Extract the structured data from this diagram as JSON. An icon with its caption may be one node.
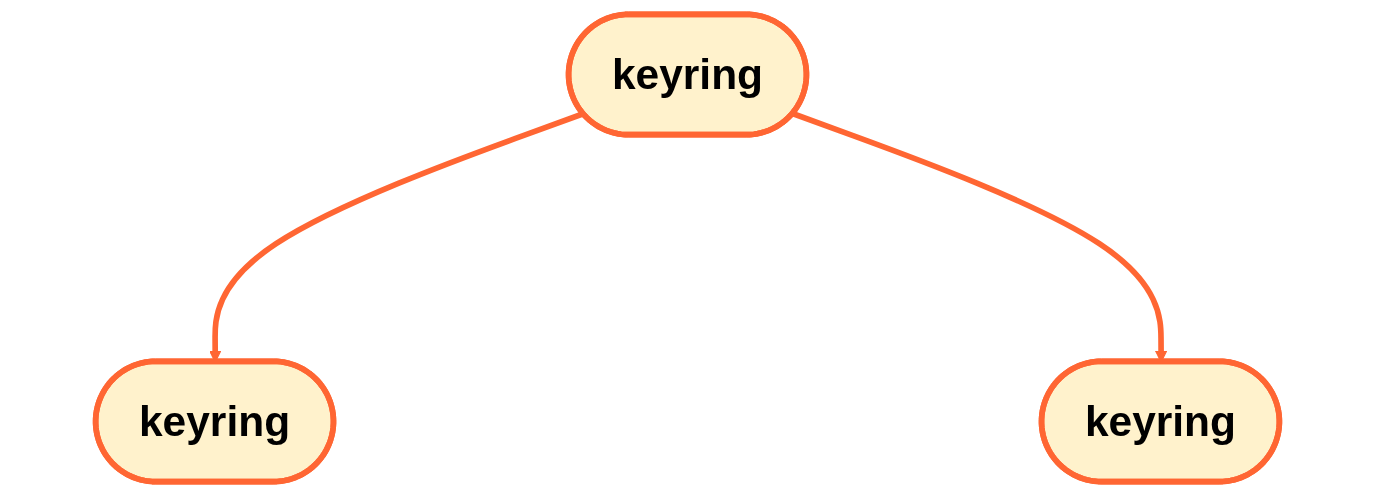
{
  "diagram": {
    "nodes": [
      {
        "text": [
          "keyring"
        ]
      },
      {
        "text": [
          "keyring"
        ]
      },
      {
        "text": [
          "keyring"
        ]
      }
    ],
    "edges": [
      {
        "from": 0,
        "to": 1,
        "arrow": "to"
      },
      {
        "from": 0,
        "to": 2,
        "arrow": "to"
      }
    ]
  }
}
